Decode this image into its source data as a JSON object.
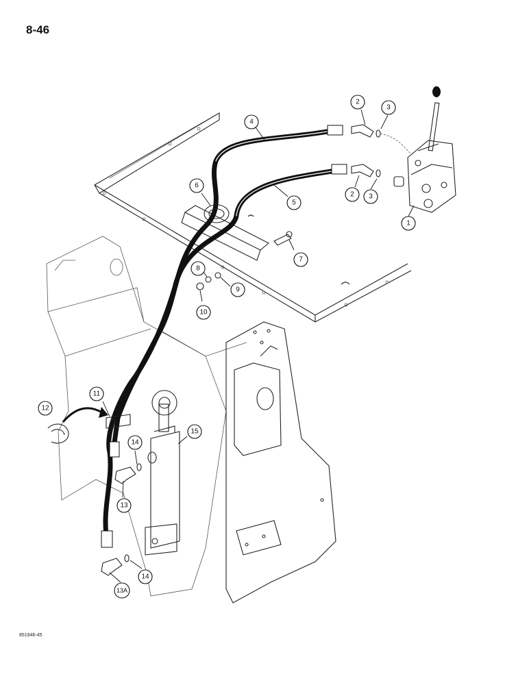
{
  "page_number": "8-46",
  "figure_code": "851946-45",
  "callouts": [
    {
      "id": "c1",
      "label": "1"
    },
    {
      "id": "c2a",
      "label": "2"
    },
    {
      "id": "c2b",
      "label": "2"
    },
    {
      "id": "c3a",
      "label": "3"
    },
    {
      "id": "c3b",
      "label": "3"
    },
    {
      "id": "c4",
      "label": "4"
    },
    {
      "id": "c5",
      "label": "5"
    },
    {
      "id": "c6",
      "label": "6"
    },
    {
      "id": "c7",
      "label": "7"
    },
    {
      "id": "c8",
      "label": "8"
    },
    {
      "id": "c9",
      "label": "9"
    },
    {
      "id": "c10",
      "label": "10"
    },
    {
      "id": "c11",
      "label": "11"
    },
    {
      "id": "c12",
      "label": "12"
    },
    {
      "id": "c13",
      "label": "13"
    },
    {
      "id": "c13a",
      "label": "13A"
    },
    {
      "id": "c14a",
      "label": "14"
    },
    {
      "id": "c14b",
      "label": "14"
    },
    {
      "id": "c15",
      "label": "15"
    }
  ]
}
